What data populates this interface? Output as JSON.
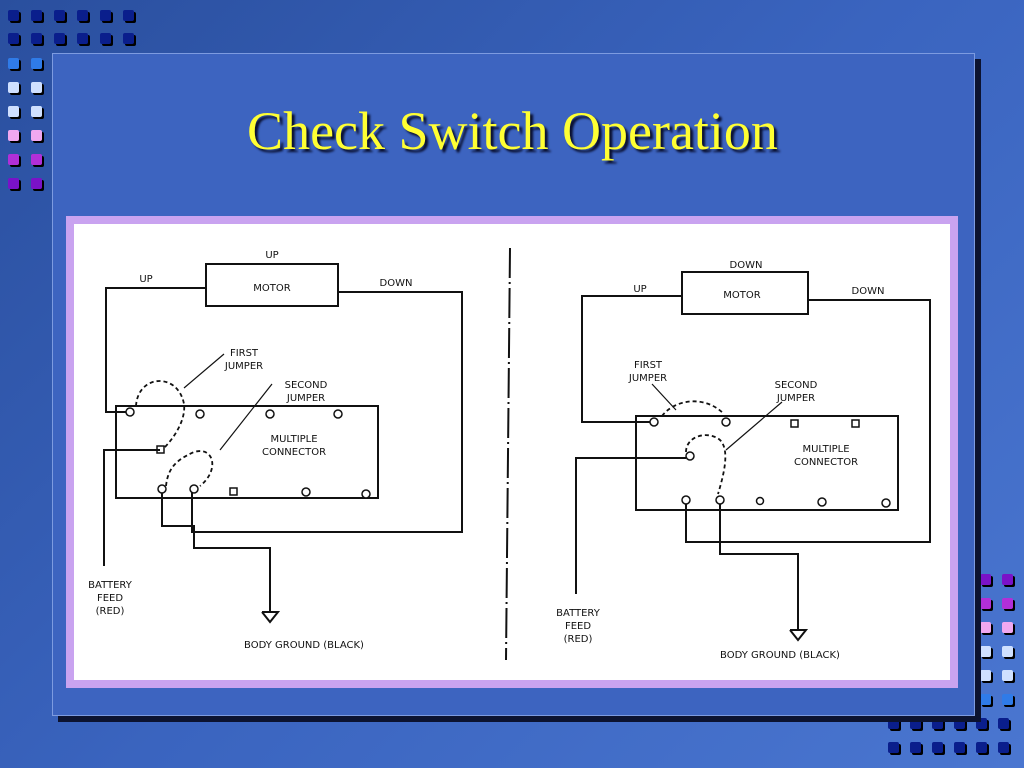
{
  "slide": {
    "title": "Check Switch Operation"
  },
  "left_diagram": {
    "up_top": "UP",
    "motor": "MOTOR",
    "up": "UP",
    "down": "DOWN",
    "first_jumper": [
      "FIRST",
      "JUMPER"
    ],
    "second_jumper": [
      "SECOND",
      "JUMPER"
    ],
    "connector": [
      "MULTIPLE",
      "CONNECTOR"
    ],
    "battery": [
      "BATTERY",
      "FEED",
      "(RED)"
    ],
    "ground": "BODY GROUND (BLACK)"
  },
  "right_diagram": {
    "down_top": "DOWN",
    "motor": "MOTOR",
    "up": "UP",
    "down": "DOWN",
    "first_jumper": [
      "FIRST",
      "JUMPER"
    ],
    "second_jumper": [
      "SECOND",
      "JUMPER"
    ],
    "connector": [
      "MULTIPLE",
      "CONNECTOR"
    ],
    "battery": [
      "BATTERY",
      "FEED",
      "(RED)"
    ],
    "ground": "BODY GROUND (BLACK)"
  },
  "colors": {
    "title": "#ffff33",
    "frame": "#c9a3f0",
    "panel": "#3d64c0"
  }
}
